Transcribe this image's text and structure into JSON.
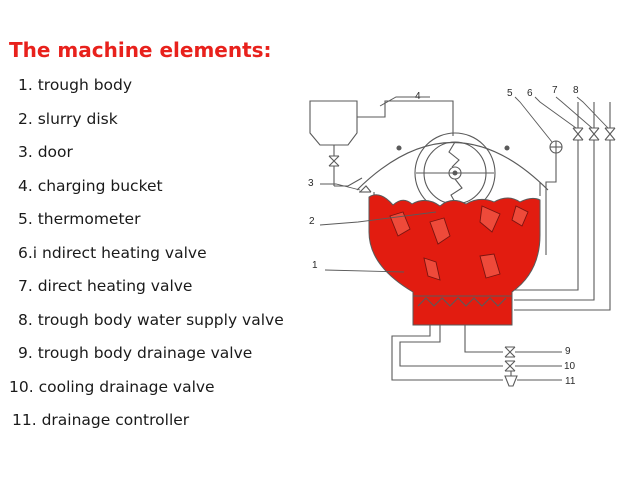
{
  "title": "The machine elements:",
  "legend": [
    "1. trough body",
    "2. slurry disk",
    "3. door",
    "4. charging bucket",
    "5. thermometer",
    "6.i ndirect heating valve",
    "7. direct heating valve",
    "8. trough body water supply valve",
    "9. trough body drainage valve",
    "10. cooling drainage valve",
    "11. drainage controller"
  ],
  "callouts": [
    "1",
    "2",
    "3",
    "4",
    "5",
    "6",
    "7",
    "8",
    "9",
    "10",
    "11"
  ],
  "colors": {
    "title": "#e8211c",
    "slurry": "#e21c10",
    "line": "#5a5a5a"
  }
}
